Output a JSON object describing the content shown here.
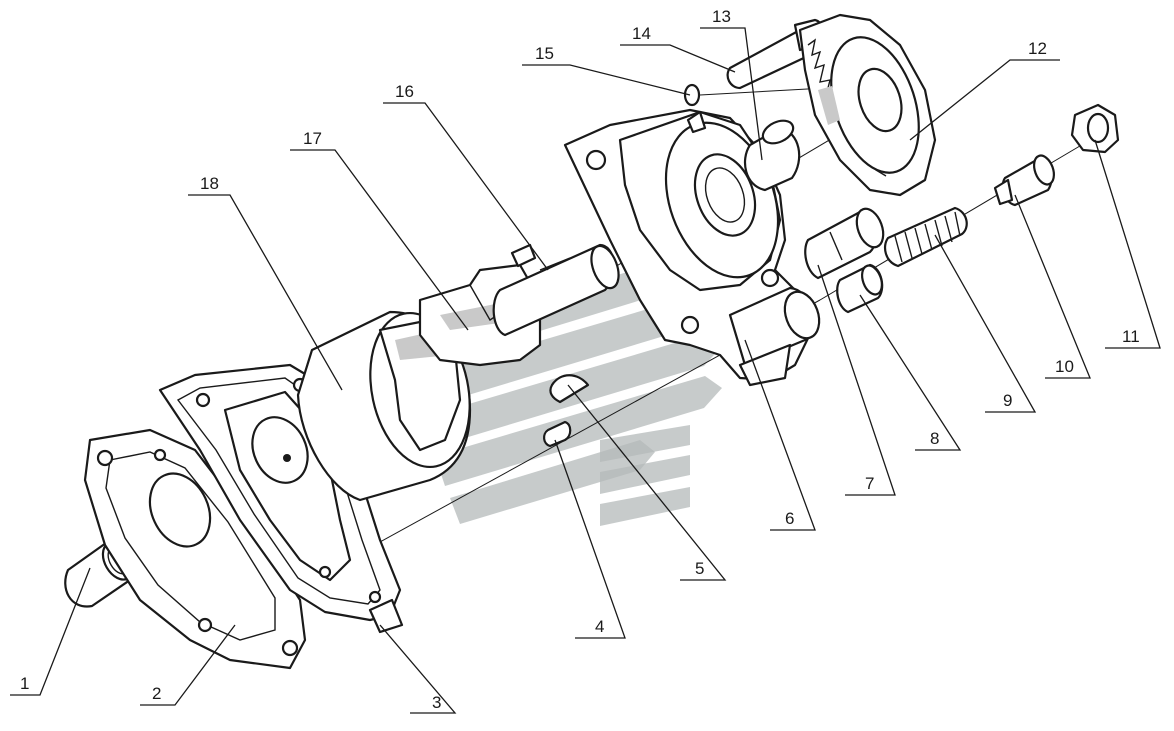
{
  "callouts": [
    {
      "id": "1",
      "label": "1"
    },
    {
      "id": "2",
      "label": "2"
    },
    {
      "id": "3",
      "label": "3"
    },
    {
      "id": "4",
      "label": "4"
    },
    {
      "id": "5",
      "label": "5"
    },
    {
      "id": "6",
      "label": "6"
    },
    {
      "id": "7",
      "label": "7"
    },
    {
      "id": "8",
      "label": "8"
    },
    {
      "id": "9",
      "label": "9"
    },
    {
      "id": "10",
      "label": "10"
    },
    {
      "id": "11",
      "label": "11"
    },
    {
      "id": "12",
      "label": "12"
    },
    {
      "id": "13",
      "label": "13"
    },
    {
      "id": "14",
      "label": "14"
    },
    {
      "id": "15",
      "label": "15"
    },
    {
      "id": "16",
      "label": "16"
    },
    {
      "id": "17",
      "label": "17"
    },
    {
      "id": "18",
      "label": "18"
    }
  ],
  "colors": {
    "background": "#ffffff",
    "ink": "#1a1a1a",
    "watermark": "#b4b9b9"
  }
}
